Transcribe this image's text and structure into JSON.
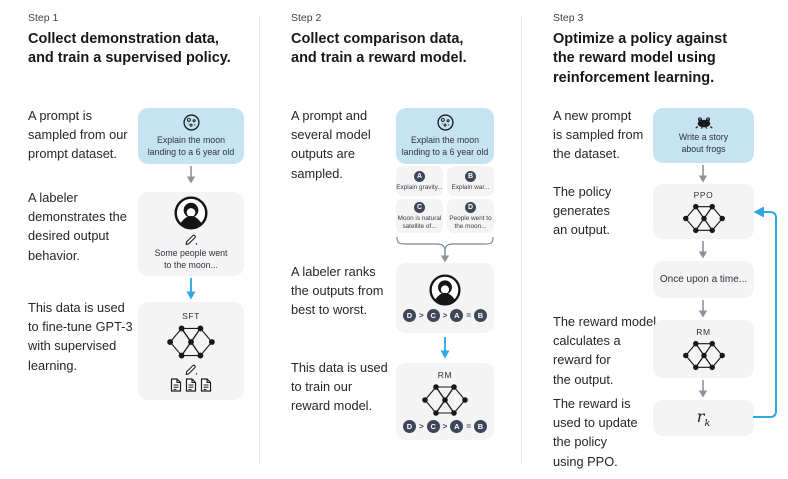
{
  "colors": {
    "prompt_box_bg": "#c6e3f2",
    "panel_bg": "#f4f4f5",
    "badge_bg": "#3e4658",
    "arrow_blue": "#2ea7e4",
    "arrow_gray": "#8d939c",
    "divider": "#e7e7e9",
    "heading_text": "#16181d",
    "body_text": "#23262b"
  },
  "columns": [
    {
      "step_label": "Step 1",
      "heading": "Collect demonstration data,\nand train a supervised policy.",
      "paragraphs": [
        "A prompt is\nsampled from our\nprompt dataset.",
        "A labeler\ndemonstrates the\ndesired output\nbehavior.",
        "This data is used\nto fine-tune GPT-3\nwith supervised\nlearning."
      ],
      "prompt_box": {
        "icon": "moon-icon",
        "caption": "Explain the moon\nlanding to a 6 year old"
      },
      "labeler_box": {
        "icon": "labeler-icon",
        "caption": "Some people went\nto the moon..."
      },
      "model_box": {
        "label": "SFT",
        "icons": [
          "network-icon",
          "pencil-icon",
          "documents-icon"
        ]
      }
    },
    {
      "step_label": "Step 2",
      "heading": "Collect comparison data,\nand train a reward model.",
      "paragraphs": [
        "A prompt and\nseveral model\noutputs are\nsampled.",
        "A labeler ranks\nthe outputs from\nbest to worst.",
        "This data is used\nto train our\nreward model."
      ],
      "prompt_box": {
        "icon": "moon-icon",
        "caption": "Explain the moon\nlanding to a 6 year old"
      },
      "output_options": [
        {
          "letter": "A",
          "caption": "Explain gravity..."
        },
        {
          "letter": "B",
          "caption": "Explain war..."
        },
        {
          "letter": "C",
          "caption": "Moon is natural\nsatellite of..."
        },
        {
          "letter": "D",
          "caption": "People went to\nthe moon..."
        }
      ],
      "ranking": [
        "D",
        ">",
        "C",
        ">",
        "A",
        "=",
        "B"
      ],
      "model_box": {
        "label": "RM",
        "icons": [
          "network-icon"
        ]
      }
    },
    {
      "step_label": "Step 3",
      "heading": "Optimize a policy against\nthe reward model using\nreinforcement learning.",
      "paragraphs": [
        "A new prompt\nis sampled from\nthe dataset.",
        "The policy\ngenerates\nan output.",
        "The reward model\ncalculates a\nreward for\nthe output.",
        "The reward is\nused to update\nthe policy\nusing PPO."
      ],
      "prompt_box": {
        "icon": "frog-icon",
        "caption": "Write a story\nabout frogs"
      },
      "ppo_box": {
        "label": "PPO",
        "icons": [
          "network-icon"
        ]
      },
      "output_box": {
        "caption": "Once upon a time..."
      },
      "rm_box": {
        "label": "RM",
        "icons": [
          "network-icon"
        ]
      },
      "reward_box": {
        "symbol": "r",
        "subscript": "k"
      }
    }
  ]
}
